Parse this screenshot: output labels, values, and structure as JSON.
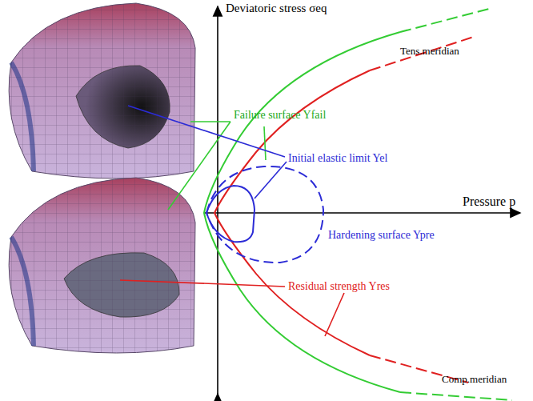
{
  "diagram": {
    "labels": [
      "Deviatoric stress σeq",
      "Tens.meridian",
      "Failure surface Yfail",
      "Initial elastic limit Yel",
      "Pressure p",
      "Hardening surface Ypre",
      "Residual strength Yres",
      "Comp.meridian"
    ]
  }
}
